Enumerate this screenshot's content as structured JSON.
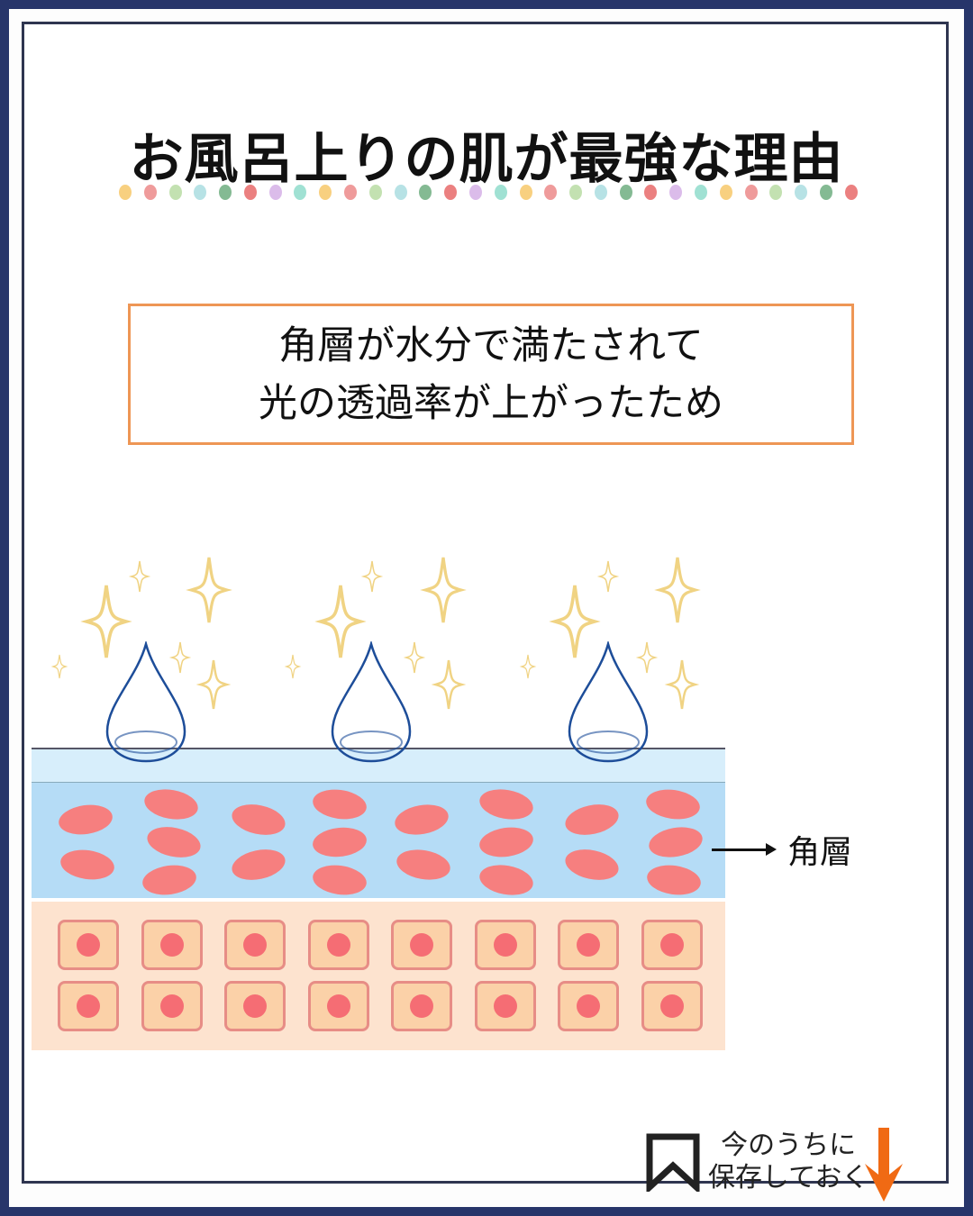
{
  "title": "お風呂上りの肌が最強な理由",
  "dot_colors": [
    "#f7c86a",
    "#ec8a8a",
    "#b9dca3",
    "#aadde0",
    "#6fae80",
    "#e86a6a",
    "#d5b0e6",
    "#8fdccb",
    "#f7c86a",
    "#ec8a8a",
    "#b9dca3",
    "#aadde0",
    "#6fae80",
    "#e86a6a",
    "#d5b0e6",
    "#8fdccb",
    "#f7c86a",
    "#ec8a8a",
    "#b9dca3",
    "#aadde0",
    "#6fae80",
    "#e86a6a",
    "#d5b0e6",
    "#8fdccb",
    "#f7c86a",
    "#ec8a8a",
    "#b9dca3",
    "#aadde0",
    "#6fae80",
    "#e86a6a"
  ],
  "reason_box": {
    "line1": "角層が水分で満たされて",
    "line2": "光の透過率が上がったため",
    "border_color": "#ee9655"
  },
  "diagram": {
    "layer_label": "角層",
    "icons": [
      "water-drop-icon",
      "sparkle-icon",
      "skin-cell-icon"
    ]
  },
  "save_prompt": {
    "line1": "今のうちに",
    "line2": "保存しておく",
    "icons": [
      "bookmark-icon",
      "arrow-down-icon"
    ],
    "arrow_color": "#f06a14"
  }
}
